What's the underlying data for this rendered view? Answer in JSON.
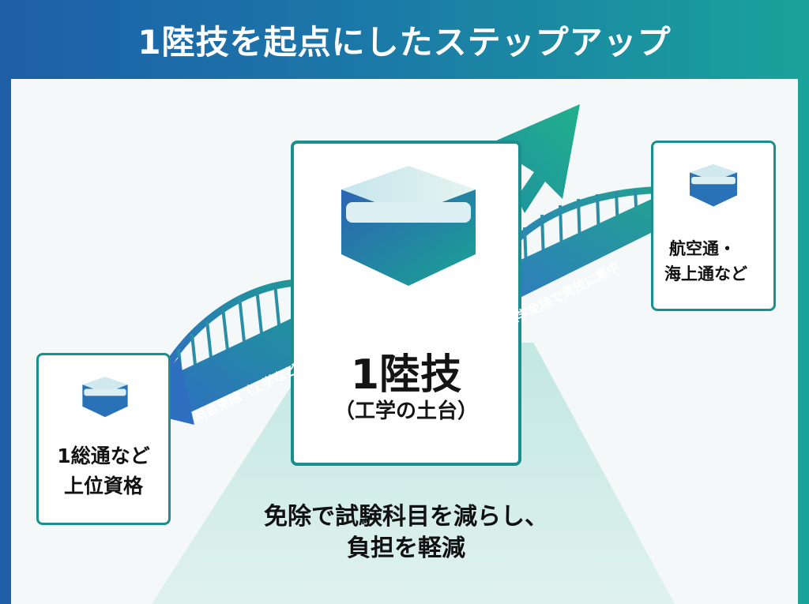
{
  "title": "1陸技を起点にしたステップアップ",
  "center": {
    "title": "1陸技",
    "subtitle": "（工学の土台）"
  },
  "left_node": {
    "line1": "1総通など",
    "line2": "上位資格"
  },
  "right_node": {
    "line1": "航空通・",
    "line2": "海上通など"
  },
  "left_bridge_label": "科目免除（工学など）",
  "right_bridge_label": "工学免除で実技に集中",
  "caption": {
    "line1": "免除で試験科目を減らし、",
    "line2": "負担を軽減"
  },
  "colors": {
    "header_start": "#1e5fa8",
    "header_end": "#1aa39a",
    "card_border": "#1c8e8e",
    "beam": "#bfe6de",
    "arrow_start": "#2f6fbf",
    "arrow_end": "#21a38f"
  },
  "icons": [
    "cube-icon",
    "bridge-arrow-icon",
    "up-arrow-icon"
  ]
}
